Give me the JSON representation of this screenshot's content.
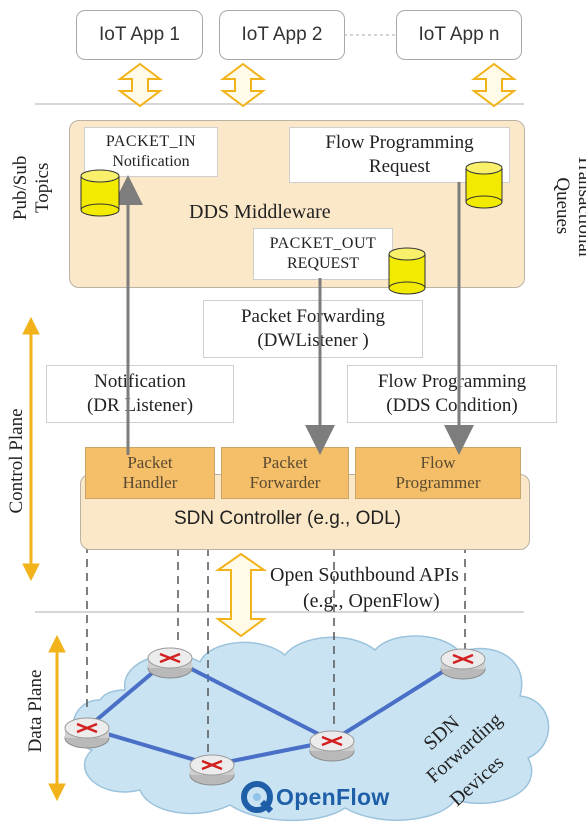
{
  "apps": [
    "IoT App 1",
    "IoT App 2",
    "IoT App n"
  ],
  "labels": {
    "pubsub_line1": "Pub/Sub",
    "pubsub_line2": "Topics",
    "transactional_line1": "Transactional",
    "transactional_line2": "Queues",
    "control_plane": "Control Plane",
    "data_plane": "Data Plane"
  },
  "middleware": {
    "title": "DDS Middleware",
    "packet_in_line1": "PACKET_IN",
    "packet_in_line2": "Notification",
    "flow_req_line1": "Flow Programming",
    "flow_req_line2": "Request",
    "packet_out_line1": "PACKET_OUT",
    "packet_out_line2": "REQUEST"
  },
  "listeners": {
    "forwarding_line1": "Packet Forwarding",
    "forwarding_line2": "(DWListener )",
    "notification_line1": "Notification",
    "notification_line2": "(DR Listener)",
    "flowprog_line1": "Flow Programming",
    "flowprog_line2": "(DDS Condition)"
  },
  "controller": {
    "title": "SDN Controller (e.g., ODL)",
    "modules": [
      {
        "line1": "Packet",
        "line2": "Handler"
      },
      {
        "line1": "Packet",
        "line2": "Forwarder"
      },
      {
        "line1": "Flow",
        "line2": "Programmer"
      }
    ]
  },
  "southbound": {
    "line1": "Open Southbound APIs",
    "line2": "(e.g., OpenFlow)"
  },
  "data_plane": {
    "cloud_line1": "SDN",
    "cloud_line2": "Forwarding",
    "cloud_line3": "Devices",
    "openflow_logo": "OpenFlow"
  },
  "colors": {
    "panel_fill": "#fbe8c8",
    "module_fill": "#f5bf6a",
    "cylinder": "#f2ea00",
    "arrow_gold": "#f2b21a",
    "link_blue": "#4a6fc6",
    "cloud": "#c9e3f3",
    "router_red": "#d22020"
  }
}
